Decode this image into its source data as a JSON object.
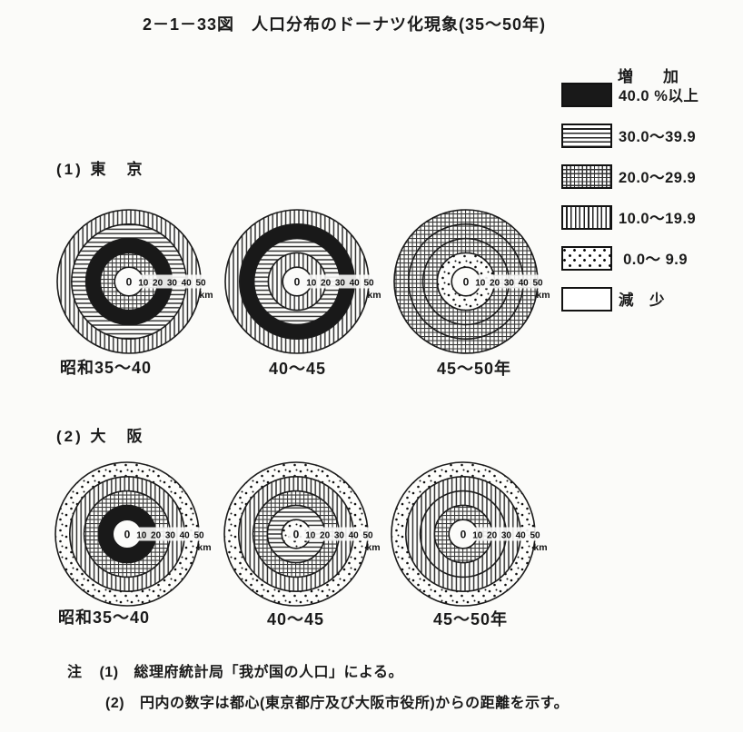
{
  "page": {
    "title": "2－1－33図　人口分布のドーナツ化現象(35～50年)"
  },
  "legend": {
    "header": "増　加",
    "items": [
      {
        "label": "40.0 %以上",
        "pattern": "black",
        "meaning": "increase 40.0% or more"
      },
      {
        "label": "30.0～39.9",
        "pattern": "hlines",
        "meaning": "increase 30.0-39.9%"
      },
      {
        "label": "20.0～29.9",
        "pattern": "grid",
        "meaning": "increase 20.0-29.9%"
      },
      {
        "label": "10.0～19.9",
        "pattern": "vlines",
        "meaning": "increase 10.0-19.9%"
      },
      {
        "label": " 0.0～ 9.9",
        "pattern": "dots",
        "meaning": "increase 0.0-9.9%"
      },
      {
        "label": "減　少",
        "pattern": "white",
        "meaning": "decrease"
      }
    ]
  },
  "sections": [
    {
      "heading": "(1) 東　京"
    },
    {
      "heading": "(2) 大　阪"
    }
  ],
  "notes": {
    "prefix": "注",
    "items": [
      {
        "num": "(1)",
        "text": "総理府統計局「我が国の人口」による。"
      },
      {
        "num": "(2)",
        "text": "円内の数字は都心(東京都庁及び大阪市役所)からの距離を示す。"
      }
    ]
  },
  "chart_data": [
    {
      "type": "donut-rings",
      "city": "東京",
      "scale": {
        "ticks": [
          "0",
          "10",
          "20",
          "30",
          "40",
          "50"
        ],
        "unit": "km",
        "radius_km_max": 50,
        "tick_interval_km": 10
      },
      "panels": [
        {
          "label": "昭和35～40",
          "rings_km": [
            "0-10",
            "10-20",
            "20-30",
            "30-40",
            "40-50"
          ],
          "growth_pct": [
            "減少",
            "20.0～29.9",
            "40.0%以上",
            "30.0～39.9",
            "10.0～19.9"
          ],
          "patterns": [
            "white",
            "grid",
            "black",
            "hlines",
            "vlines"
          ]
        },
        {
          "label": "40～45",
          "rings_km": [
            "0-10",
            "10-20",
            "20-30",
            "30-40",
            "40-50"
          ],
          "growth_pct": [
            "減少",
            "10.0～19.9",
            "30.0～39.9",
            "40.0%以上",
            "10.0～19.9"
          ],
          "patterns": [
            "white",
            "vlines",
            "hlines",
            "black",
            "vlines"
          ]
        },
        {
          "label": "45～50年",
          "rings_km": [
            "0-10",
            "10-20",
            "20-30",
            "30-40",
            "40-50"
          ],
          "growth_pct": [
            "減少",
            "0.0～9.9",
            "20.0～29.9",
            "20.0～29.9",
            "20.0～29.9"
          ],
          "patterns": [
            "white",
            "dots",
            "grid",
            "grid",
            "grid"
          ]
        }
      ]
    },
    {
      "type": "donut-rings",
      "city": "大阪",
      "scale": {
        "ticks": [
          "0",
          "10",
          "20",
          "30",
          "40",
          "50"
        ],
        "unit": "km",
        "radius_km_max": 50,
        "tick_interval_km": 10
      },
      "panels": [
        {
          "label": "昭和35～40",
          "rings_km": [
            "0-10",
            "10-20",
            "20-30",
            "30-40",
            "40-50"
          ],
          "growth_pct": [
            "減少",
            "40.0%以上",
            "20.0～29.9",
            "10.0～19.9",
            "0.0～9.9"
          ],
          "patterns": [
            "white",
            "black",
            "grid",
            "vlines",
            "dots"
          ]
        },
        {
          "label": "40～45",
          "rings_km": [
            "0-10",
            "10-20",
            "20-30",
            "30-40",
            "40-50"
          ],
          "growth_pct": [
            "0.0～9.9",
            "30.0～39.9",
            "20.0～29.9",
            "10.0～19.9",
            "0.0～9.9"
          ],
          "patterns": [
            "dots",
            "hlines",
            "grid",
            "vlines",
            "dots"
          ]
        },
        {
          "label": "45～50年",
          "rings_km": [
            "0-10",
            "10-20",
            "20-30",
            "30-40",
            "40-50"
          ],
          "growth_pct": [
            "減少",
            "20.0～29.9",
            "10.0～19.9",
            "10.0～19.9",
            "0.0～9.9"
          ],
          "patterns": [
            "white",
            "grid",
            "vlines",
            "vlines",
            "dots"
          ]
        }
      ]
    }
  ]
}
